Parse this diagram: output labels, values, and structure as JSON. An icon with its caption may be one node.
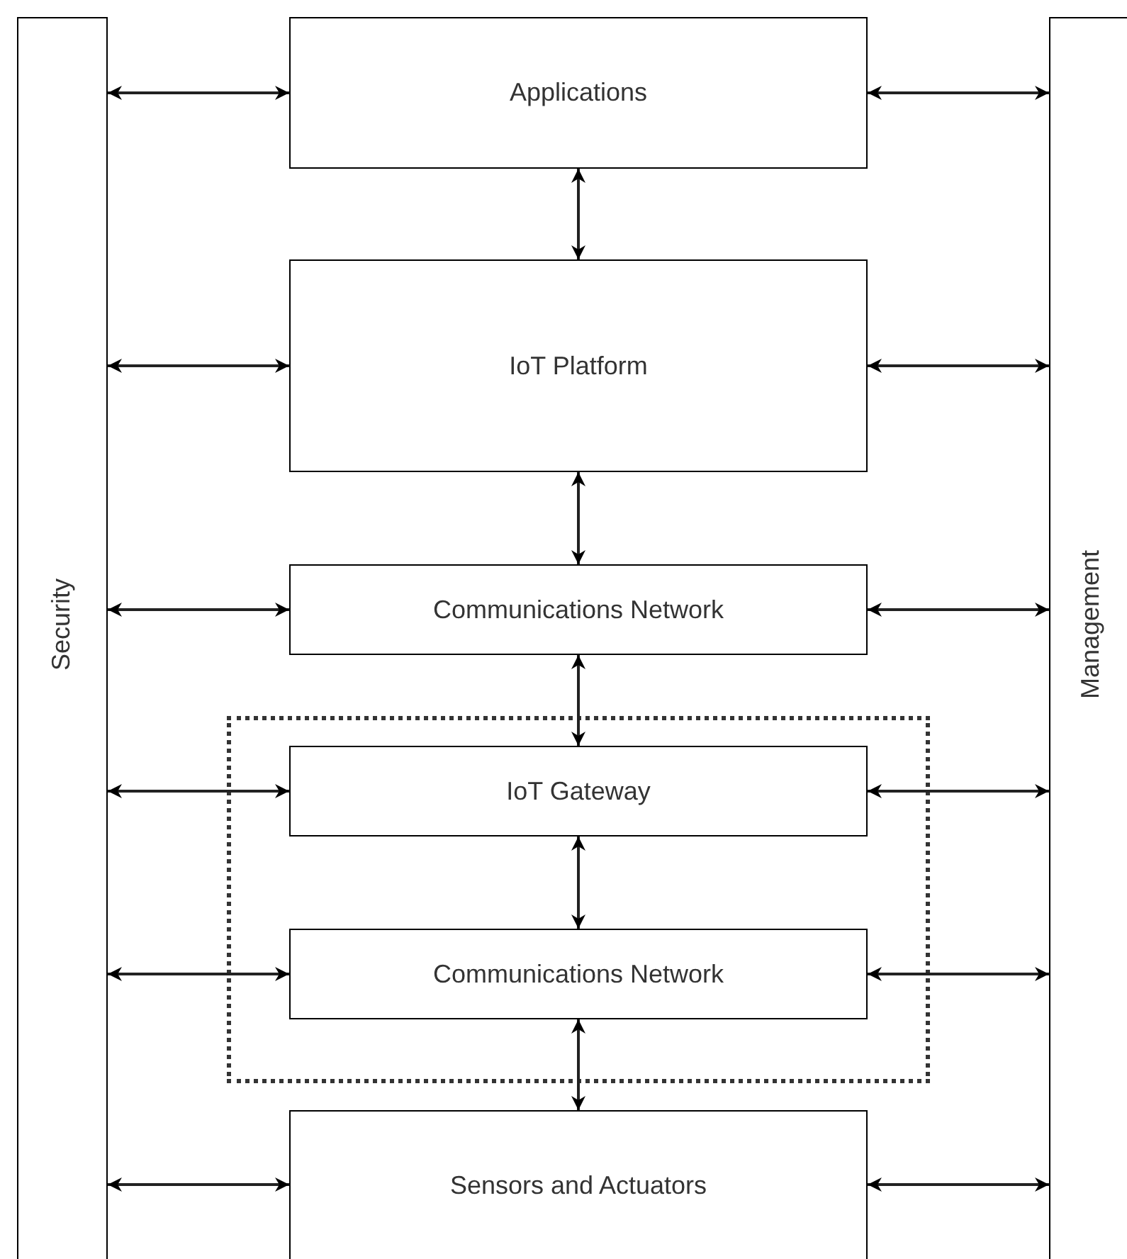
{
  "diagram": {
    "nodes": [
      {
        "text": [
          "Security"
        ]
      },
      {
        "text": [
          "Management"
        ]
      },
      {
        "text": [
          "Applications"
        ]
      },
      {
        "text": [
          "IoT Platform"
        ]
      },
      {
        "text": [
          "Communications Network"
        ]
      },
      {
        "text": [],
        "shape": "box"
      },
      {
        "text": [
          "IoT Gateway"
        ],
        "in": 5
      },
      {
        "text": [
          "Communications Network"
        ],
        "in": 5
      },
      {
        "text": [
          "Sensors and Actuators"
        ]
      }
    ],
    "edges": [
      {
        "from": 2,
        "to": 3,
        "arrow": "both"
      },
      {
        "from": 3,
        "to": 4,
        "arrow": "both"
      },
      {
        "from": 4,
        "to": 6,
        "arrow": "both"
      },
      {
        "from": 6,
        "to": 7,
        "arrow": "both"
      },
      {
        "from": 7,
        "to": 8,
        "arrow": "both"
      },
      {
        "from": 0,
        "to": 2,
        "arrow": "both"
      },
      {
        "from": 0,
        "to": 3,
        "arrow": "both"
      },
      {
        "from": 0,
        "to": 4,
        "arrow": "both"
      },
      {
        "from": 0,
        "to": 6,
        "arrow": "both"
      },
      {
        "from": 0,
        "to": 7,
        "arrow": "both"
      },
      {
        "from": 0,
        "to": 8,
        "arrow": "both"
      },
      {
        "from": 2,
        "to": 1,
        "arrow": "both"
      },
      {
        "from": 3,
        "to": 1,
        "arrow": "both"
      },
      {
        "from": 4,
        "to": 1,
        "arrow": "both"
      },
      {
        "from": 6,
        "to": 1,
        "arrow": "both"
      },
      {
        "from": 7,
        "to": 1,
        "arrow": "both"
      },
      {
        "from": 8,
        "to": 1,
        "arrow": "both"
      }
    ]
  }
}
